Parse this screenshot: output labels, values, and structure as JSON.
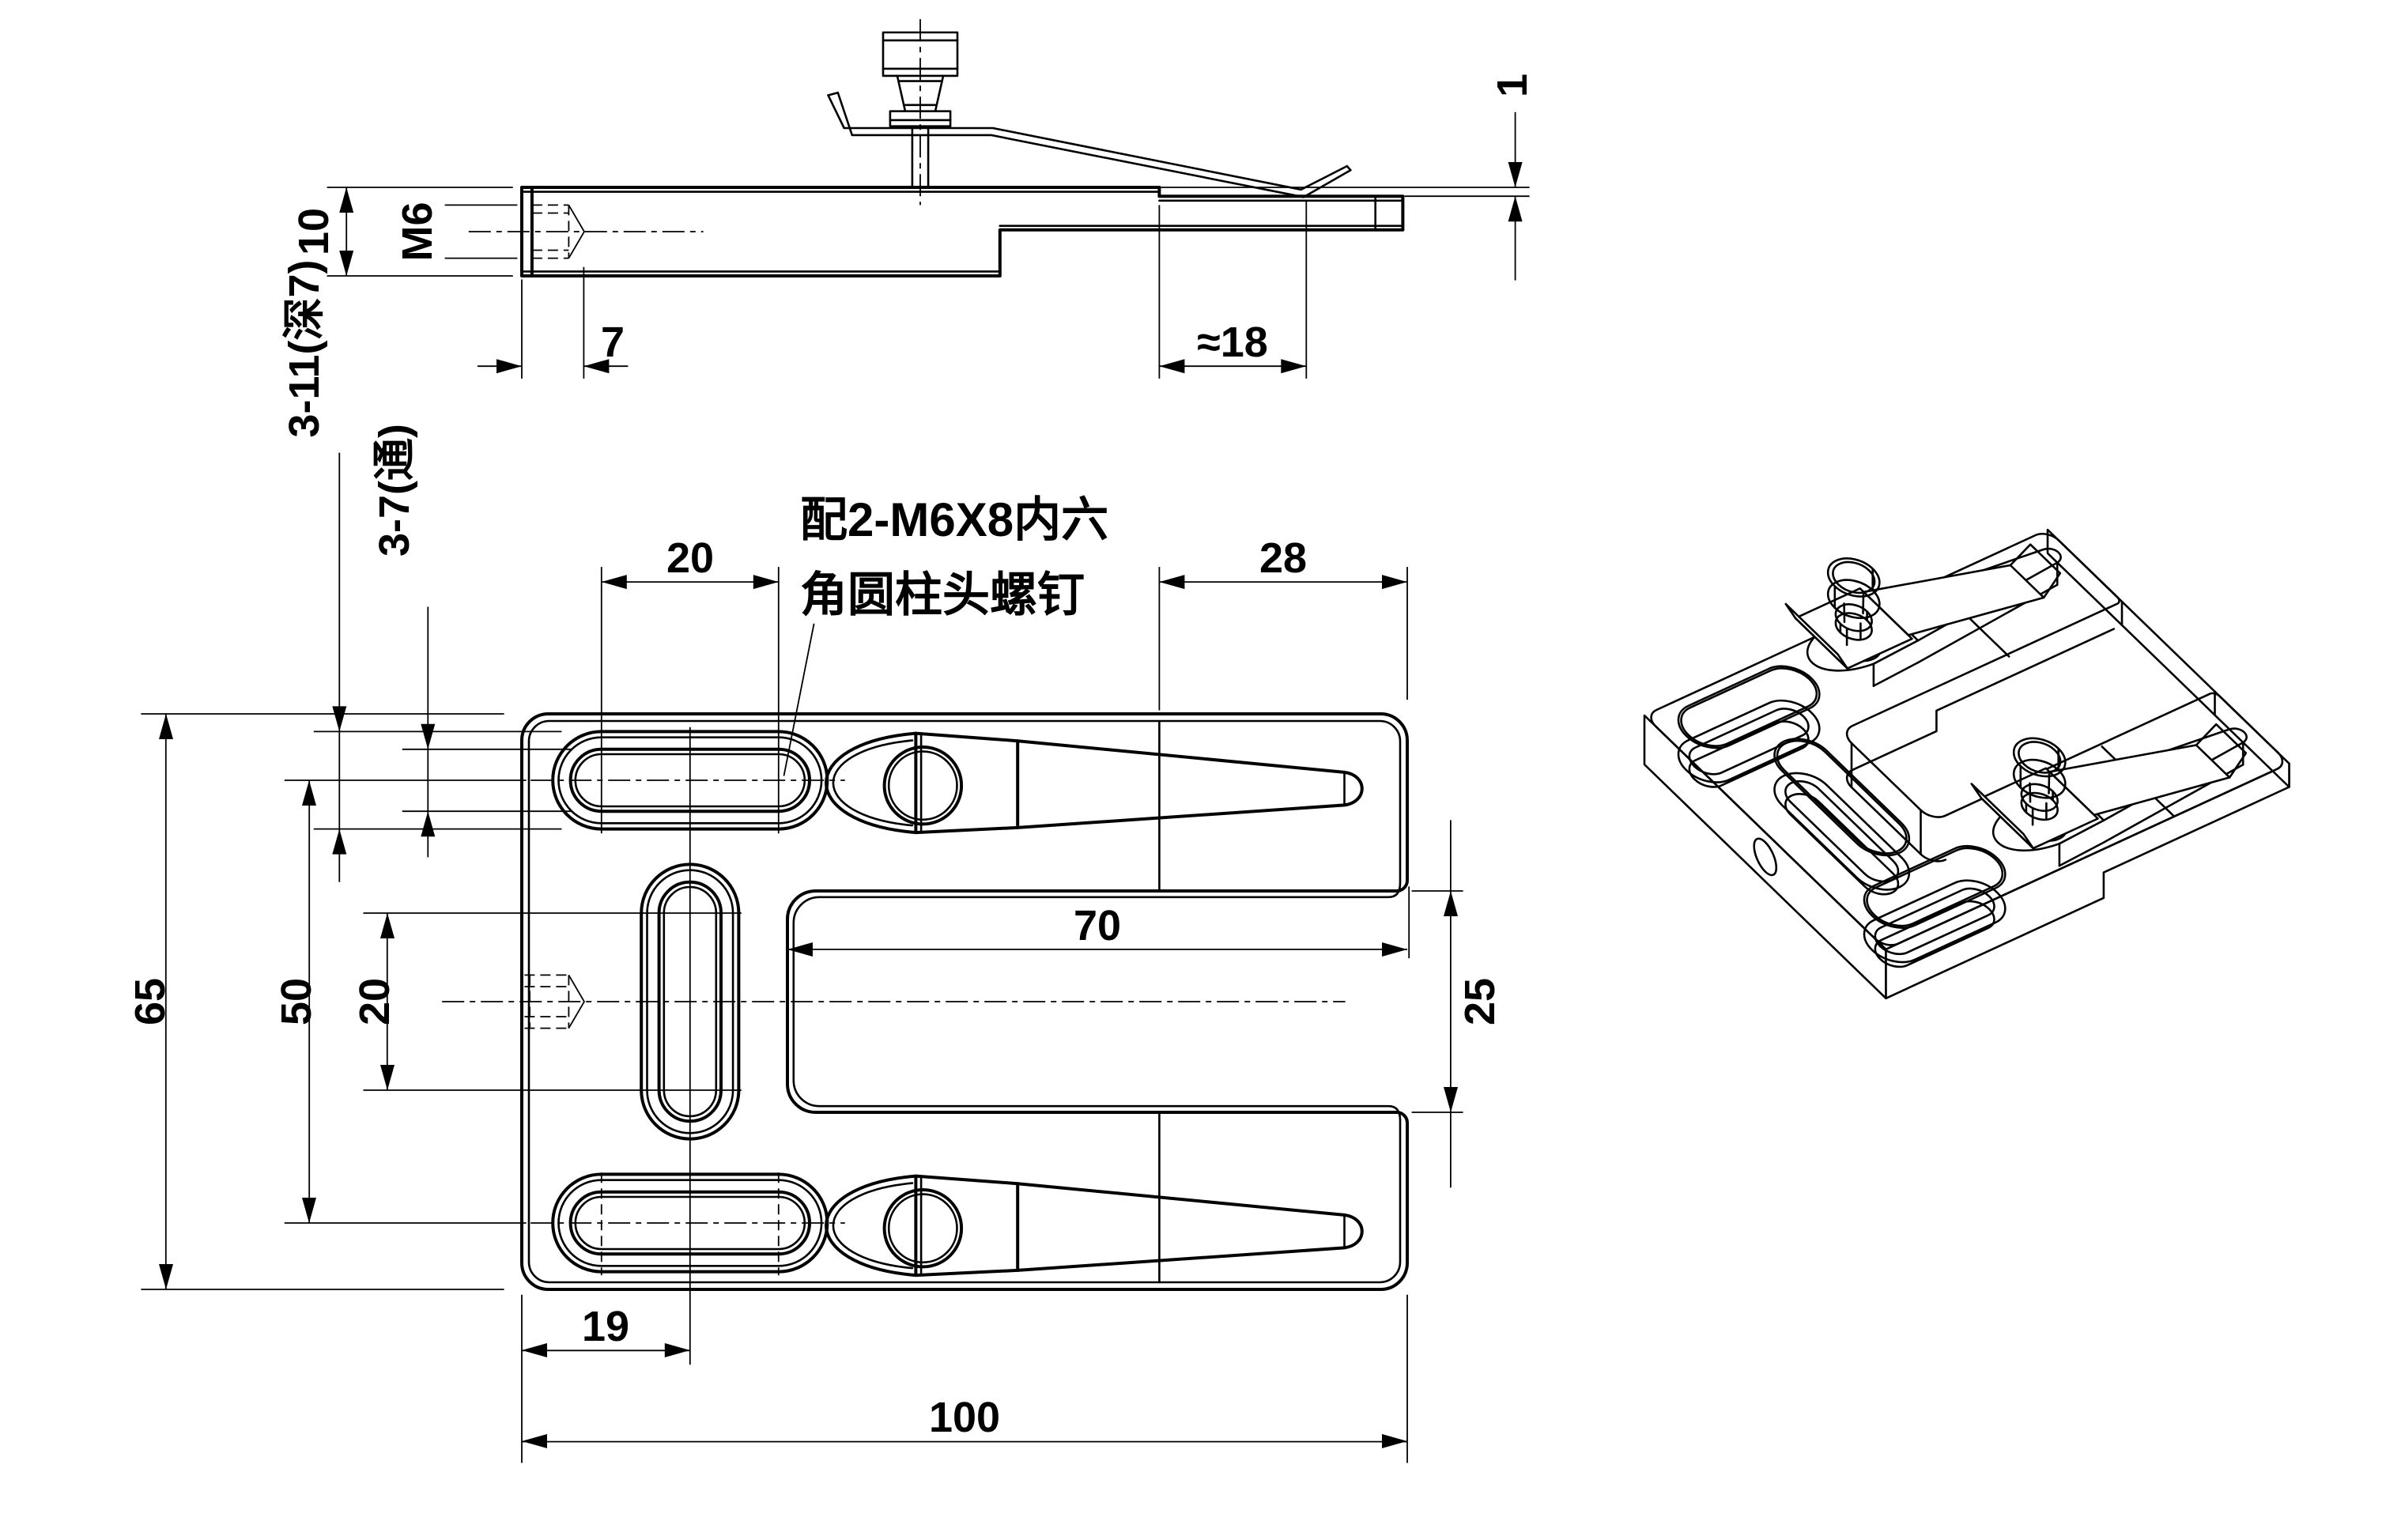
{
  "drawing": {
    "labels": {
      "side_thickness": "10",
      "side_thread": "M6",
      "side_thread_depth": "7",
      "side_overhang": "≈18",
      "side_gap": "1",
      "top_slot_length": "20",
      "right_offset": "28",
      "u_width": "70",
      "u_height": "25",
      "plate_height": "65",
      "slot_row_spacing": "50",
      "vert_slot_length": "20",
      "slot_center_offset": "19",
      "plate_width": "100",
      "counterbore_slots": "3-11(深7)",
      "through_slots": "3-7(通)"
    },
    "note": {
      "line1": "配2-M6X8内六",
      "line2": "角圆柱头螺钉"
    }
  }
}
